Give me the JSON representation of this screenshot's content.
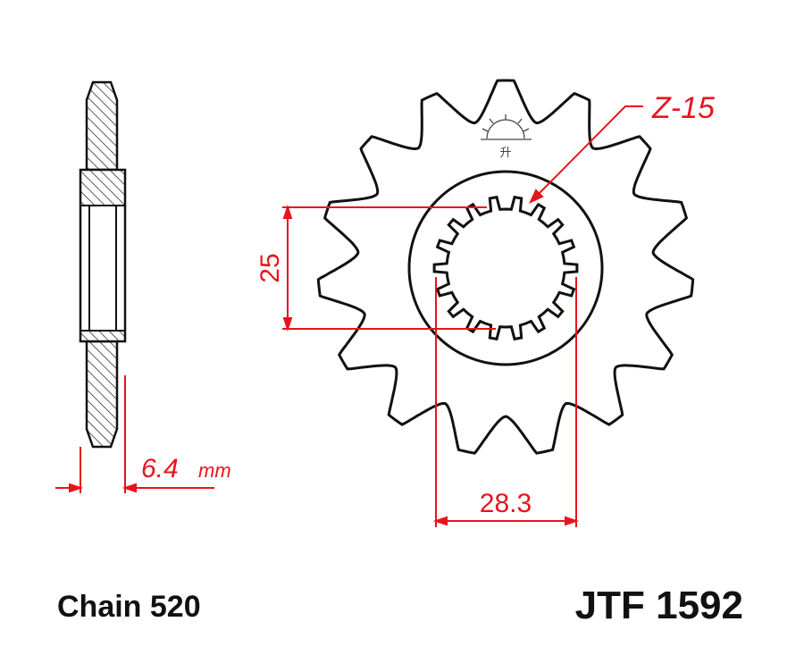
{
  "colors": {
    "dimension": "#e8141c",
    "outline": "#111111",
    "hatch": "#333333"
  },
  "labels": {
    "tooth_count": "Z-15",
    "inner_diameter": "25",
    "spline_width": "28.3",
    "thickness_value": "6.4",
    "thickness_unit": "mm",
    "chain": "Chain 520",
    "part_number": "JTF 1592"
  },
  "sprocket": {
    "teeth": 15
  },
  "icons": [
    "sunrise-logo-icon"
  ]
}
